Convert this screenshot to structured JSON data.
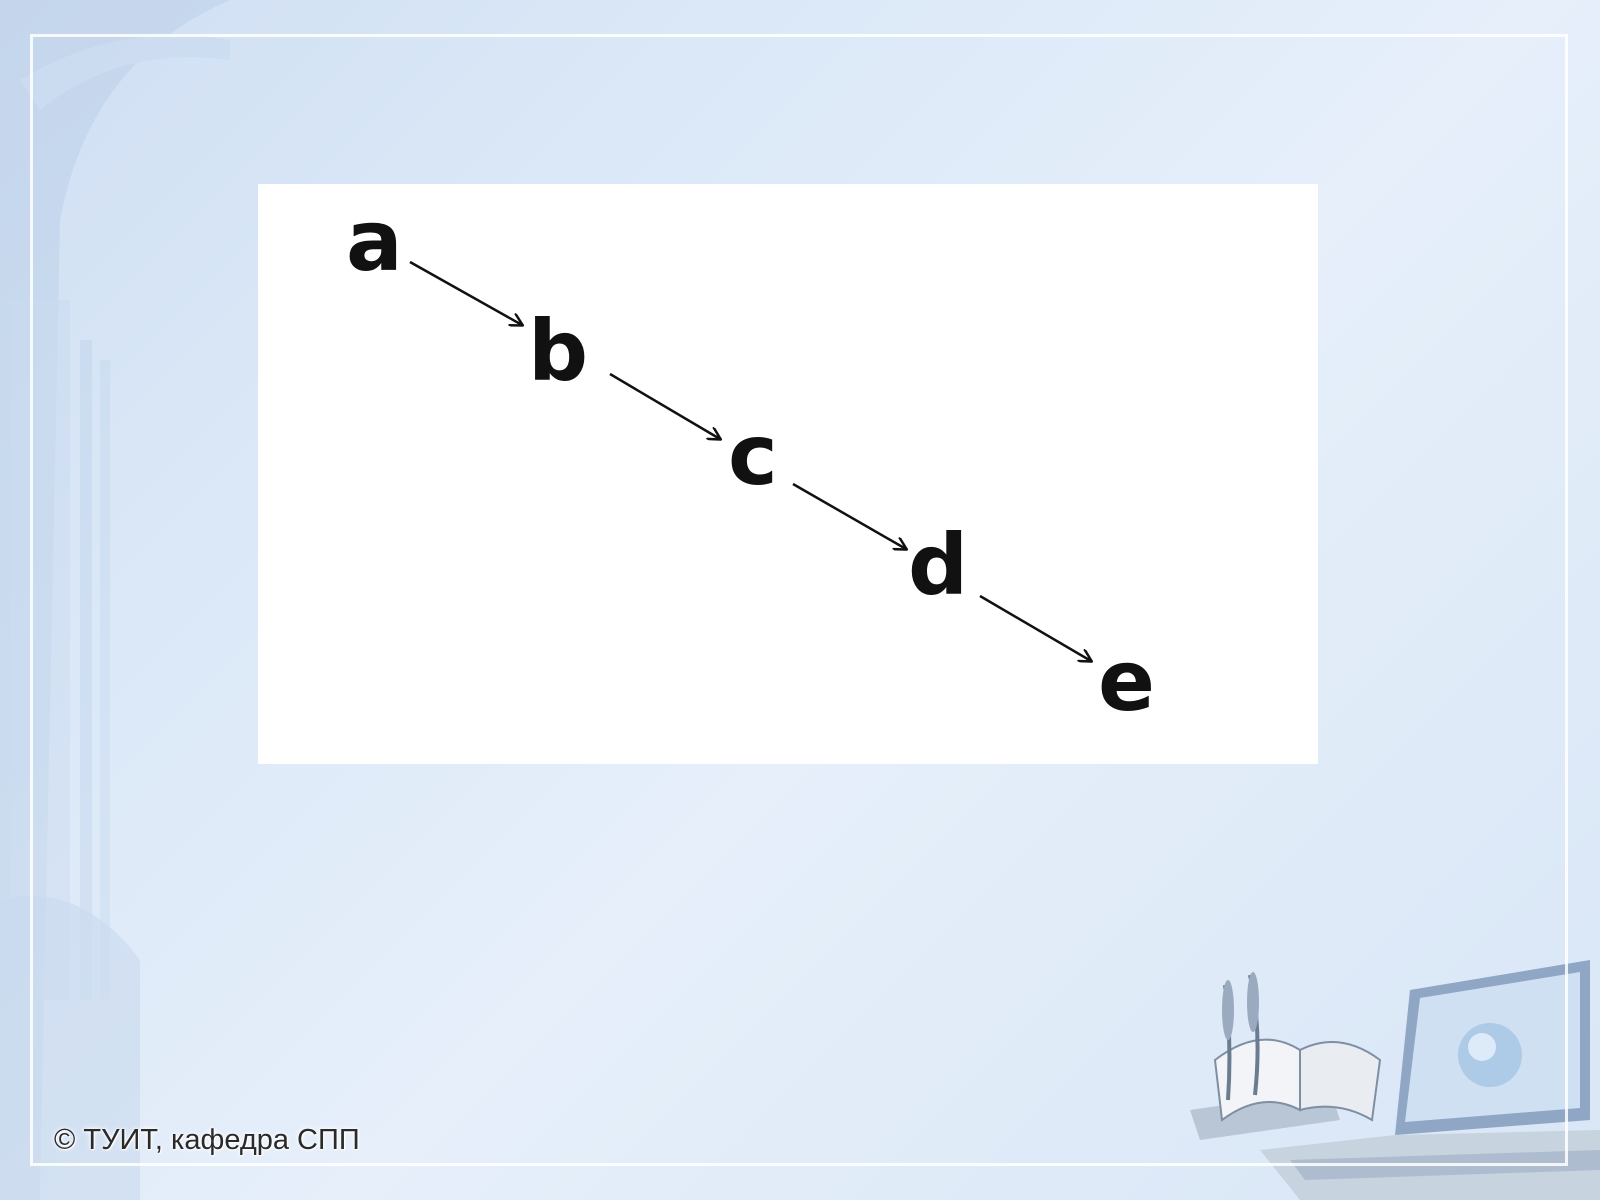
{
  "slide": {
    "copyright": "© ТУИТ, кафедра СПП"
  },
  "diagram": {
    "nodes": [
      {
        "id": "a",
        "label": "a"
      },
      {
        "id": "b",
        "label": "b"
      },
      {
        "id": "c",
        "label": "c"
      },
      {
        "id": "d",
        "label": "d"
      },
      {
        "id": "e",
        "label": "e"
      }
    ],
    "edges": [
      {
        "from": "a",
        "to": "b"
      },
      {
        "from": "b",
        "to": "c"
      },
      {
        "from": "c",
        "to": "d"
      },
      {
        "from": "d",
        "to": "e"
      }
    ]
  },
  "colors": {
    "background": "#dce9f8",
    "panel": "#ffffff",
    "ink": "#111111"
  },
  "icons": {
    "left_decoration": "column-arch-decoration",
    "bottom_right_decoration": "laptop-books-quill-decoration"
  }
}
